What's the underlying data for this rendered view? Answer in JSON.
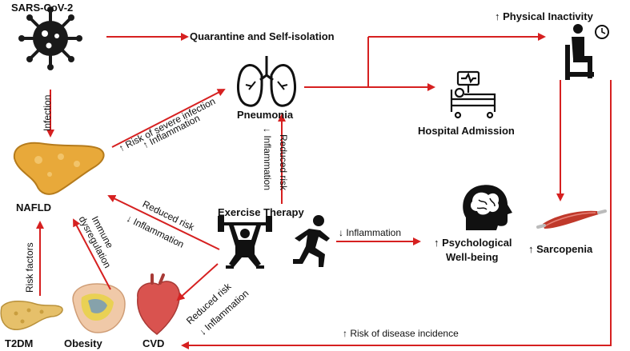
{
  "nodes": {
    "sars": "SARS-CoV-2",
    "quarantine": "Quarantine and Self-isolation",
    "physical_inactivity": "↑ Physical Inactivity",
    "pneumonia": "Pneumonia",
    "hospital": "Hospital Admission",
    "nafld": "NAFLD",
    "exercise": "Exercise Therapy",
    "psych_line1": "↑ Psychological",
    "psych_line2": "Well-being",
    "sarcopenia": "↑ Sarcopenia",
    "t2dm": "T2DM",
    "obesity": "Obesity",
    "cvd": "CVD"
  },
  "edge_labels": {
    "infection": "Infection",
    "risk_severe": "↑ Risk of severe infection",
    "inflammation_up": "↑ Inflammation",
    "reduced_risk_pneu": "Reduced risk",
    "inflammation_down_pneu": "↓ Inflammation",
    "reduced_risk_nafld": "Reduced risk",
    "inflammation_down_nafld": "↓ Inflammation",
    "inflammation_down_psych": "↓ Inflammation",
    "immune_line1": "Immune",
    "immune_line2": "dysregulation",
    "risk_factors": "Risk factors",
    "reduced_risk_cvd": "Reduced risk",
    "inflammation_down_cvd": "↓ Inflammation",
    "disease_incidence": "↑ Risk of disease incidence"
  },
  "colors": {
    "arrow": "#d62020",
    "text": "#111111",
    "liver": "#e8a93a",
    "pancreas": "#e6c06a",
    "heart": "#d9534f",
    "muscle": "#c0392b"
  },
  "icons": [
    "virus-icon",
    "lungs-icon",
    "sitting-person-icon",
    "clock-icon",
    "hospital-bed-icon",
    "liver-icon",
    "weightlifter-icon",
    "runner-icon",
    "head-brain-icon",
    "muscle-icon",
    "pancreas-icon",
    "obesity-body-icon",
    "heart-icon"
  ]
}
